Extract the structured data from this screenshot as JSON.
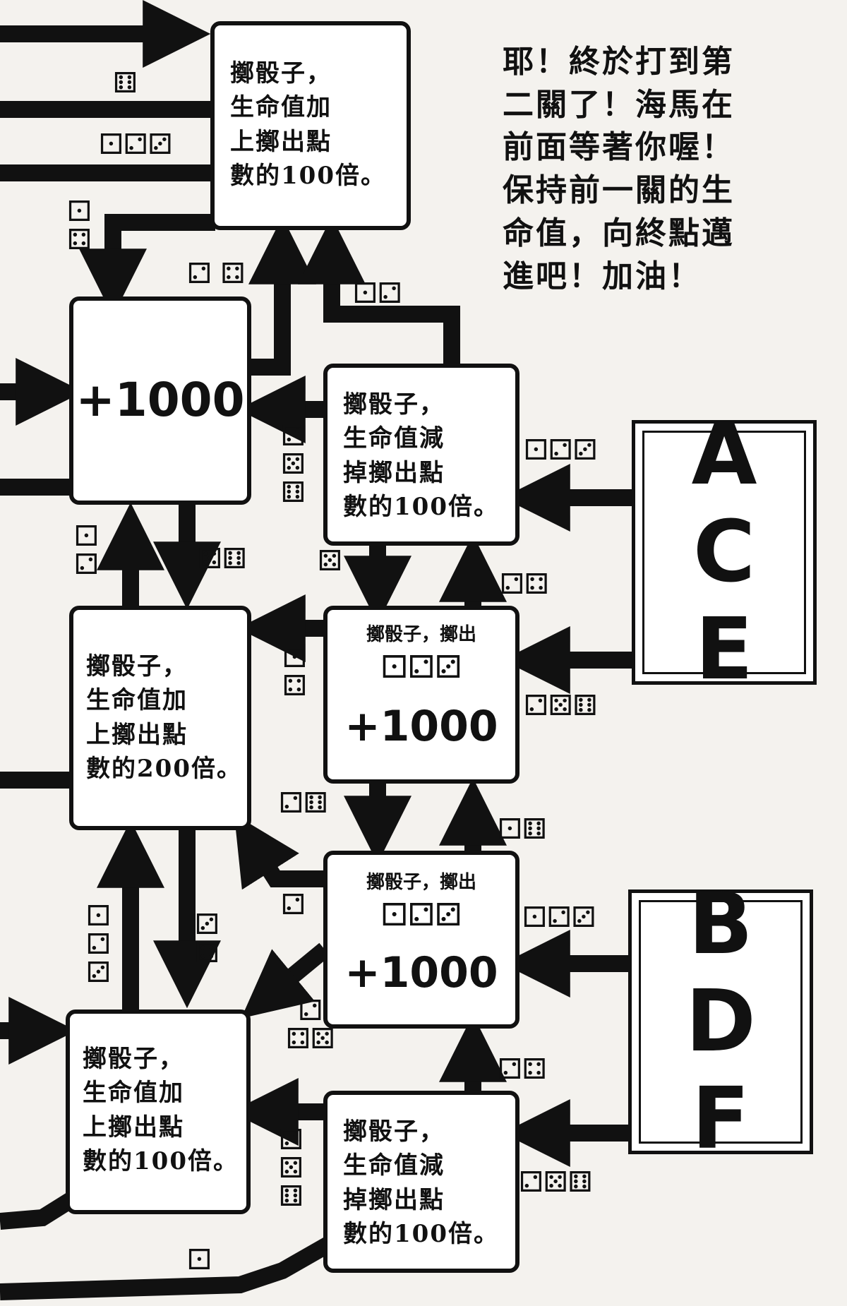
{
  "speech": "耶！終於打到第\n二關了！海馬在\n前面等著你喔！\n保持前一關的生\n命值，向終點邁\n進吧！加油！",
  "routes": {
    "ace": "A\nC\nE",
    "bdf": "B\nD\nF"
  },
  "boxes": {
    "top_add_100": "擲骰子，\n生命值加\n上擲出點\n數的100倍。",
    "plus_1000": "+1000",
    "sub_100_upper": "擲骰子，\n生命值減\n掉擲出點\n數的100倍。",
    "add_200": "擲骰子，\n生命值加\n上擲出點\n數的200倍。",
    "roll_upper": {
      "line": "擲骰子，擲出",
      "dice": "⚀⚁⚂",
      "bonus": "+1000"
    },
    "roll_lower": {
      "line": "擲骰子，擲出",
      "dice": "⚀⚁⚂",
      "bonus": "+1000"
    },
    "add_100_lower": "擲骰子，\n生命值加\n上擲出點\n數的100倍。",
    "sub_100_lower": "擲骰子，\n生命值減\n掉擲出點\n數的100倍。"
  },
  "dice": {
    "d_top1": "⚅",
    "d_top2": "⚀⚁⚂",
    "d_left_top": "⚀\n⚃",
    "d_mid_up_a": "⚁ ⚃",
    "d_mid_up_b": "⚀⚁",
    "d_ace_top": "⚀⚁⚂",
    "d_col_sub": "⚁\n⚄\n⚅",
    "d_left_mid": "⚀\n⚁",
    "d_mid_pair": "⚄⚅",
    "d_sub_under": "⚄",
    "d_sub_right": "⚁⚃",
    "d_roll_left": "⚀\n⚃",
    "d_ace_bot": "⚁⚄⚅",
    "d_mid_lower": "⚁⚅",
    "d_right_lower": "⚀⚅",
    "d_left_low": "⚀\n⚁\n⚂",
    "d_center_low": "⚂\n⚃",
    "d_roll2_left": "⚁",
    "d_bdf_top": "⚀⚁⚂",
    "d_under_roll2": "⚁\n⚃⚄",
    "d_right_low2": "⚁⚃",
    "d_col_sub2": "⚁\n⚄\n⚅",
    "d_bdf_bot": "⚁⚄⚅",
    "d_bottom": "⚀"
  }
}
